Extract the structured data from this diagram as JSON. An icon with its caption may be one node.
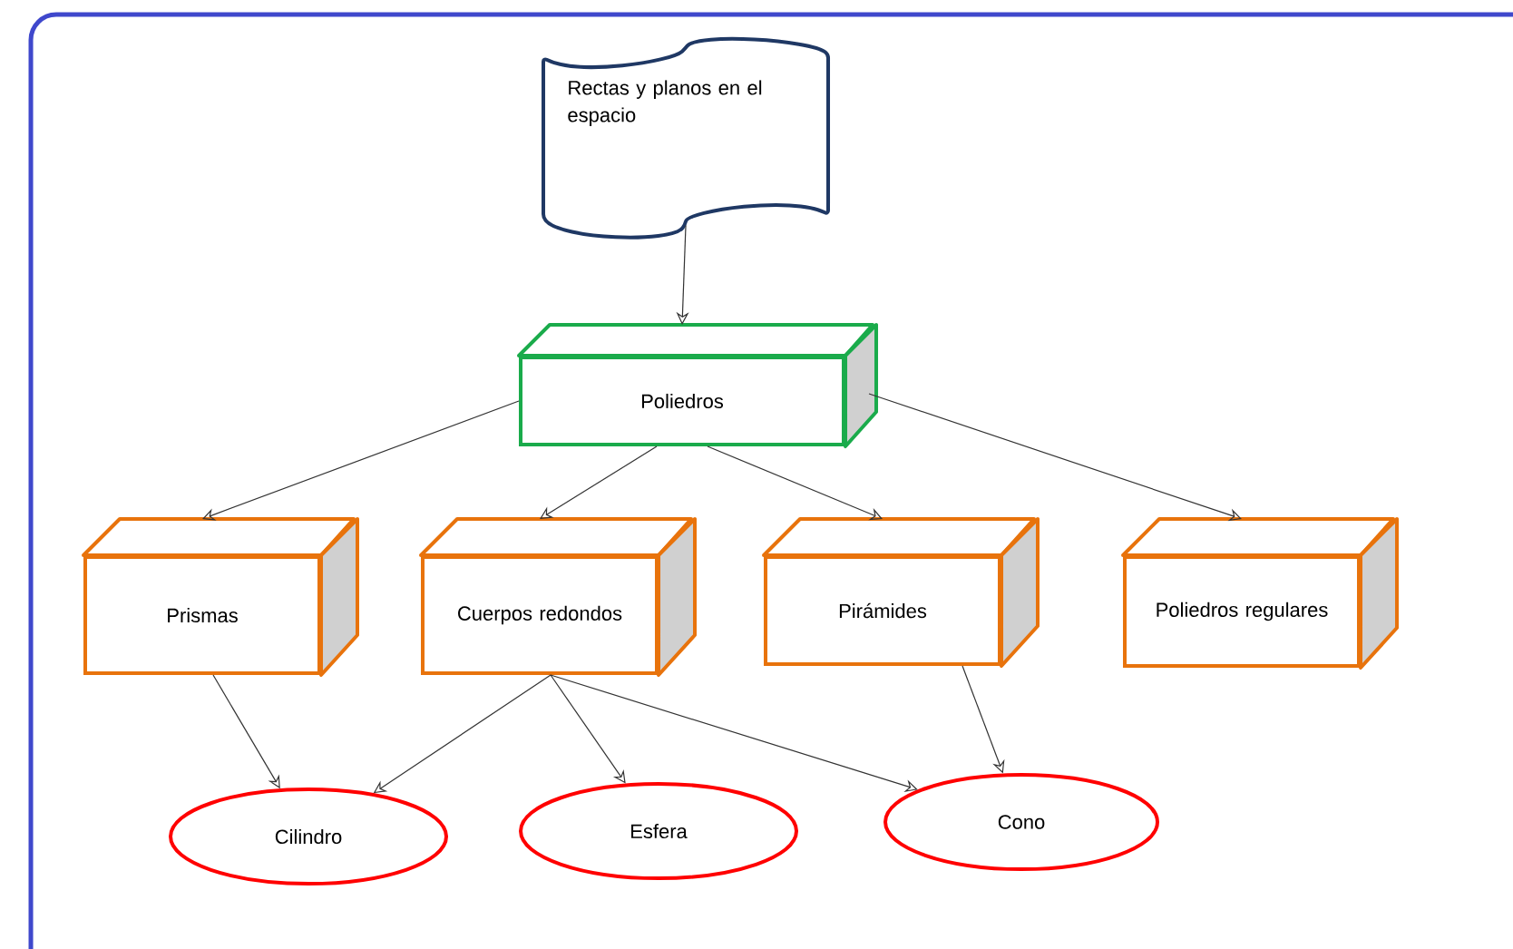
{
  "diagram": {
    "nodes": [
      {
        "text": [
          "Rectas y planos en el espacio"
        ]
      },
      {
        "text": [
          "Poliedros"
        ]
      },
      {
        "text": [
          "Prismas"
        ]
      },
      {
        "text": [
          "Cuerpos redondos"
        ]
      },
      {
        "text": [
          "Pirámides"
        ]
      },
      {
        "text": [
          "Poliedros regulares"
        ]
      },
      {
        "text": [
          "Cilindro"
        ]
      },
      {
        "text": [
          "Esfera"
        ]
      },
      {
        "text": [
          "Cono"
        ]
      }
    ],
    "edges": [
      {
        "from": 0,
        "to": 1,
        "arrow": "to"
      },
      {
        "from": 1,
        "to": 2,
        "arrow": "to"
      },
      {
        "from": 1,
        "to": 3,
        "arrow": "to"
      },
      {
        "from": 1,
        "to": 4,
        "arrow": "to"
      },
      {
        "from": 1,
        "to": 5,
        "arrow": "to"
      },
      {
        "from": 2,
        "to": 6,
        "arrow": "to"
      },
      {
        "from": 3,
        "to": 6,
        "arrow": "to"
      },
      {
        "from": 3,
        "to": 7,
        "arrow": "to"
      },
      {
        "from": 3,
        "to": 8,
        "arrow": "to"
      },
      {
        "from": 4,
        "to": 8,
        "arrow": "to"
      }
    ]
  }
}
